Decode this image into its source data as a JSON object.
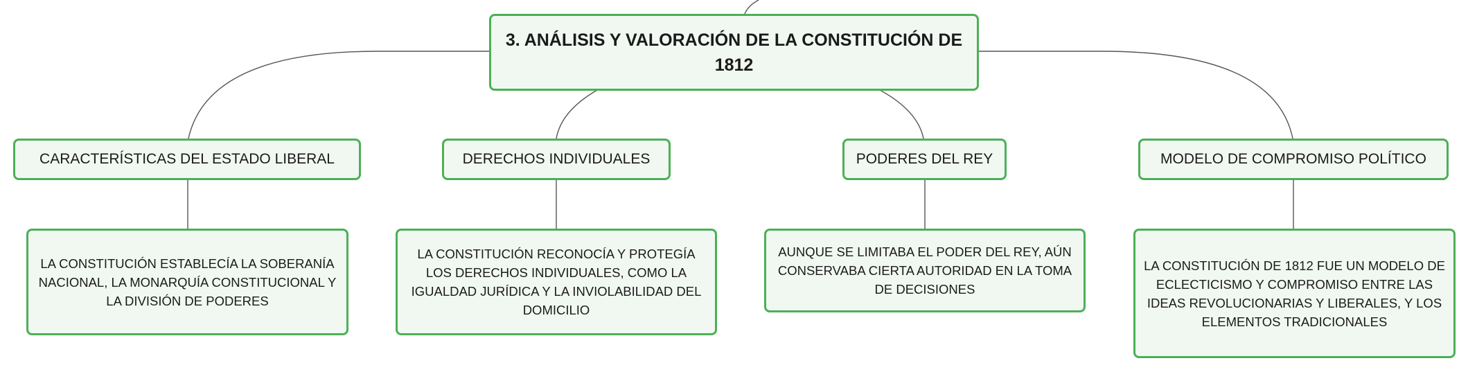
{
  "root": {
    "title": "3. ANÁLISIS Y VALORACIÓN DE LA CONSTITUCIÓN DE 1812"
  },
  "branches": [
    {
      "title": "CARACTERÍSTICAS DEL ESTADO LIBERAL",
      "detail": "LA CONSTITUCIÓN ESTABLECÍA LA SOBERANÍA NACIONAL, LA MONARQUÍA CONSTITUCIONAL Y LA DIVISIÓN DE PODERES"
    },
    {
      "title": "DERECHOS INDIVIDUALES",
      "detail": "LA CONSTITUCIÓN RECONOCÍA Y PROTEGÍA LOS DERECHOS INDIVIDUALES, COMO LA IGUALDAD JURÍDICA Y LA INVIOLABILIDAD DEL DOMICILIO"
    },
    {
      "title": "PODERES DEL REY",
      "detail": "AUNQUE SE LIMITABA EL PODER DEL REY, AÚN CONSERVABA CIERTA AUTORIDAD EN LA TOMA DE DECISIONES"
    },
    {
      "title": "MODELO DE COMPROMISO POLÍTICO",
      "detail": "LA CONSTITUCIÓN DE 1812 FUE UN MODELO DE ECLECTICISMO Y COMPROMISO ENTRE LAS IDEAS REVOLUCIONARIAS Y LIBERALES, Y LOS ELEMENTOS TRADICIONALES"
    }
  ],
  "colors": {
    "border": "#4bb056",
    "fill": "#f1f8f2",
    "connector": "#555555"
  }
}
